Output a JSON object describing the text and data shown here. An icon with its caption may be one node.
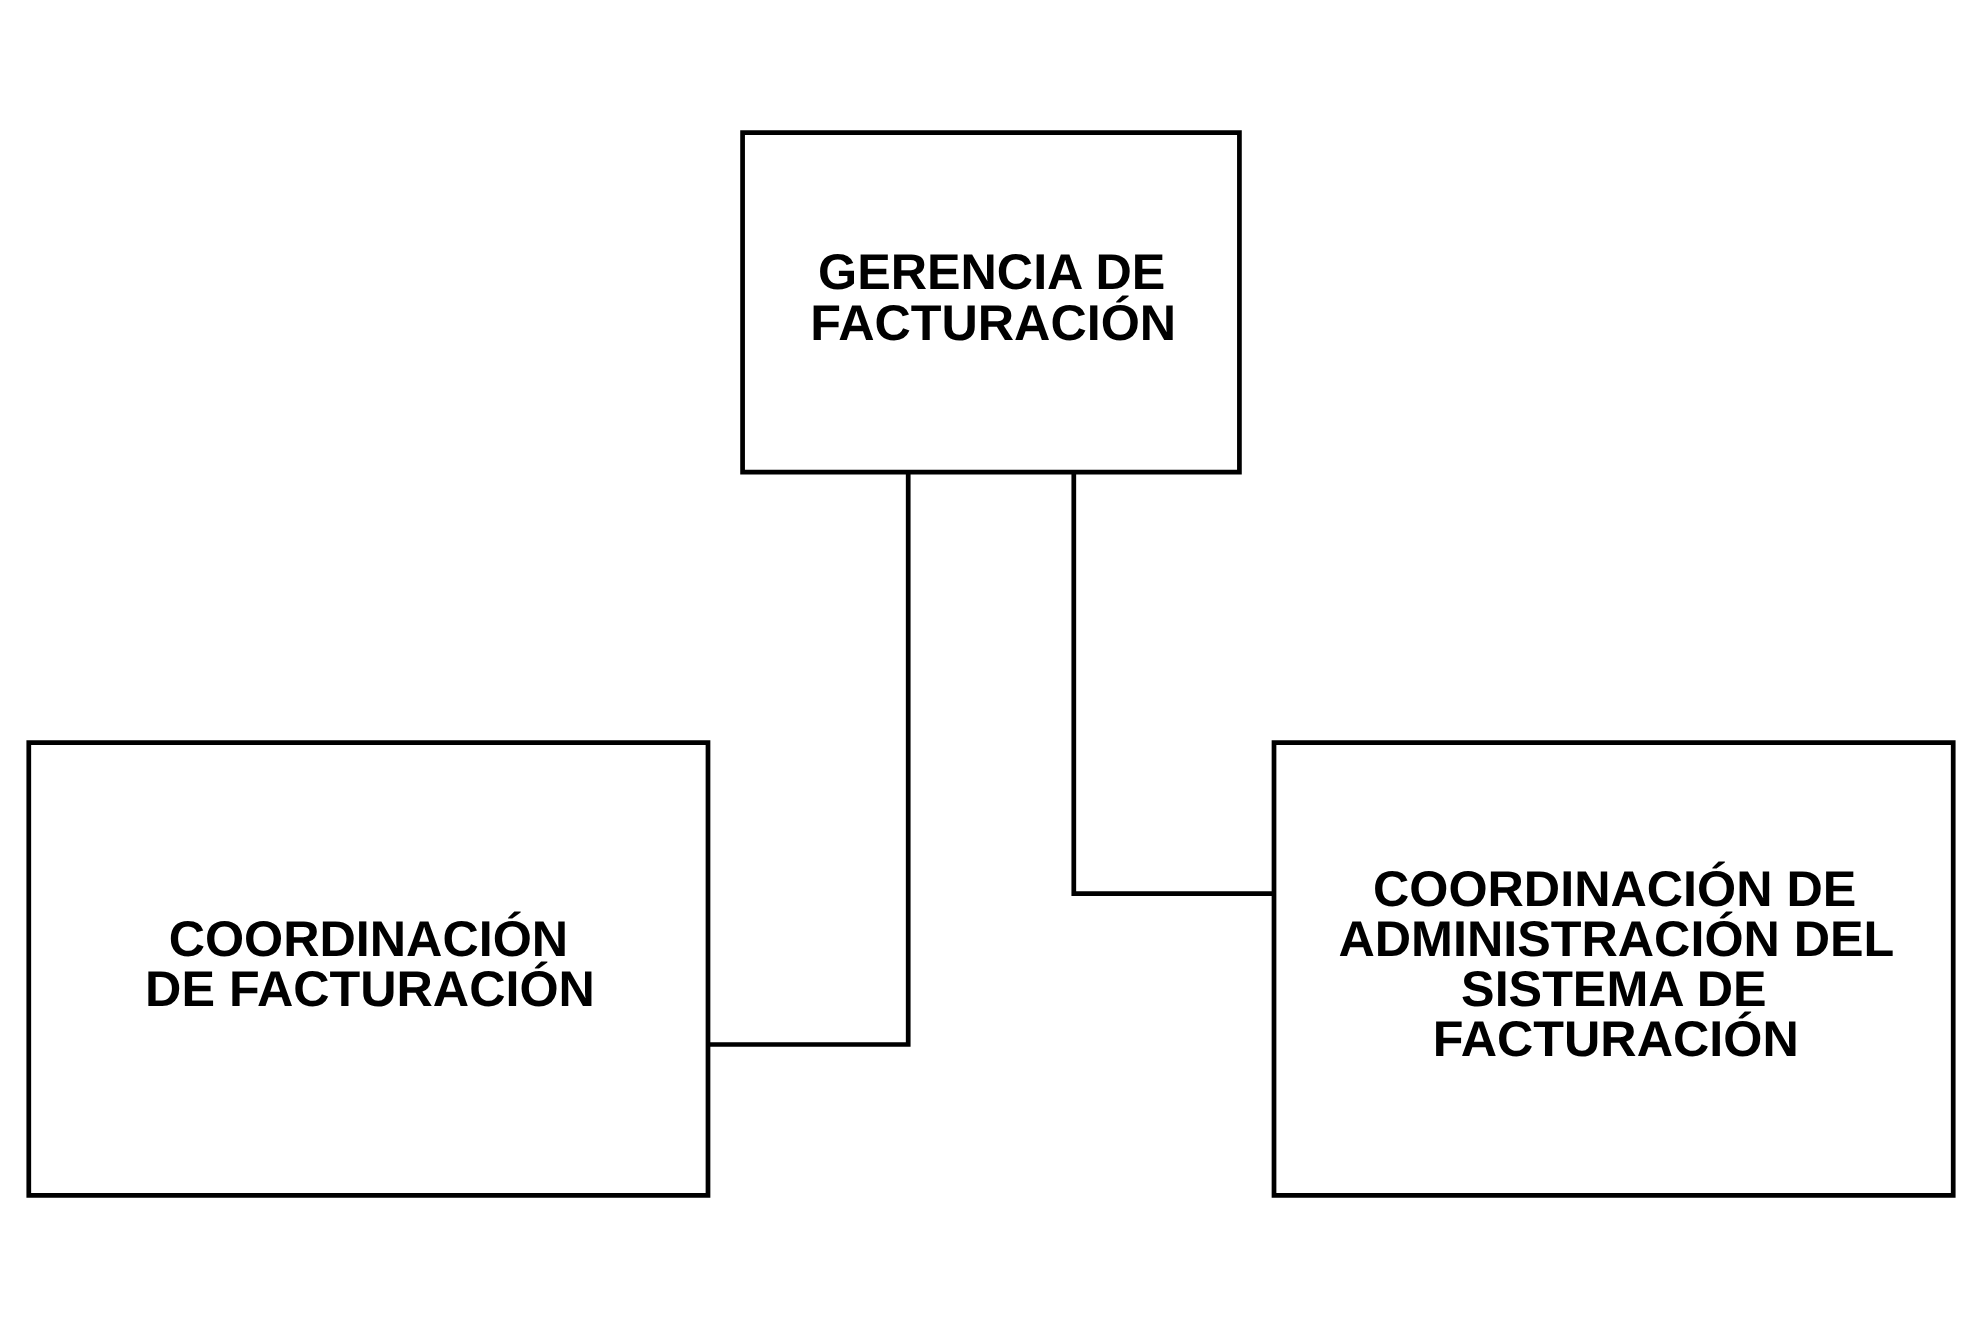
{
  "diagram": {
    "nodes": [
      {
        "text": [
          "GERENCIA DE FACTURACIÓN"
        ]
      },
      {
        "text": [
          "COORDINACIÓN DE FACTURACIÓN"
        ]
      },
      {
        "text": [
          "COORDINACIÓN DE ADMINISTRACIÓN DEL SISTEMA DE FACTURACIÓN"
        ]
      }
    ],
    "edges": [
      {
        "from": 0,
        "to": 1,
        "arrow": "none"
      },
      {
        "from": 0,
        "to": 2,
        "arrow": "none"
      }
    ]
  }
}
